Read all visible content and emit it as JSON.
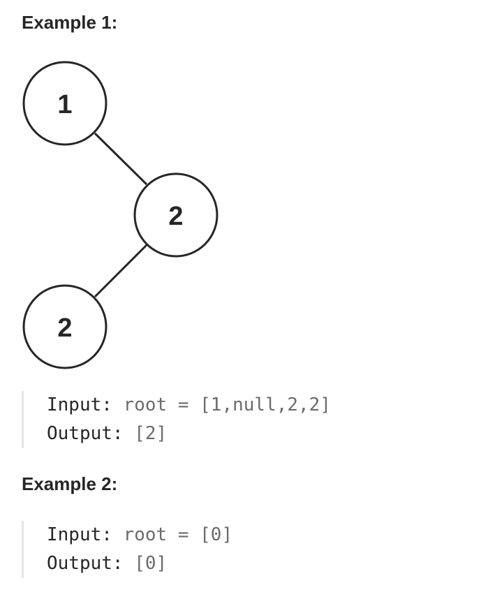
{
  "example1": {
    "heading": "Example 1:",
    "tree": {
      "nodes": [
        "1",
        "2",
        "2"
      ]
    },
    "input_label": "Input:",
    "input_value": "root = [1,null,2,2]",
    "output_label": "Output:",
    "output_value": "[2]"
  },
  "example2": {
    "heading": "Example 2:",
    "input_label": "Input:",
    "input_value": "root = [0]",
    "output_label": "Output:",
    "output_value": "[0]"
  }
}
